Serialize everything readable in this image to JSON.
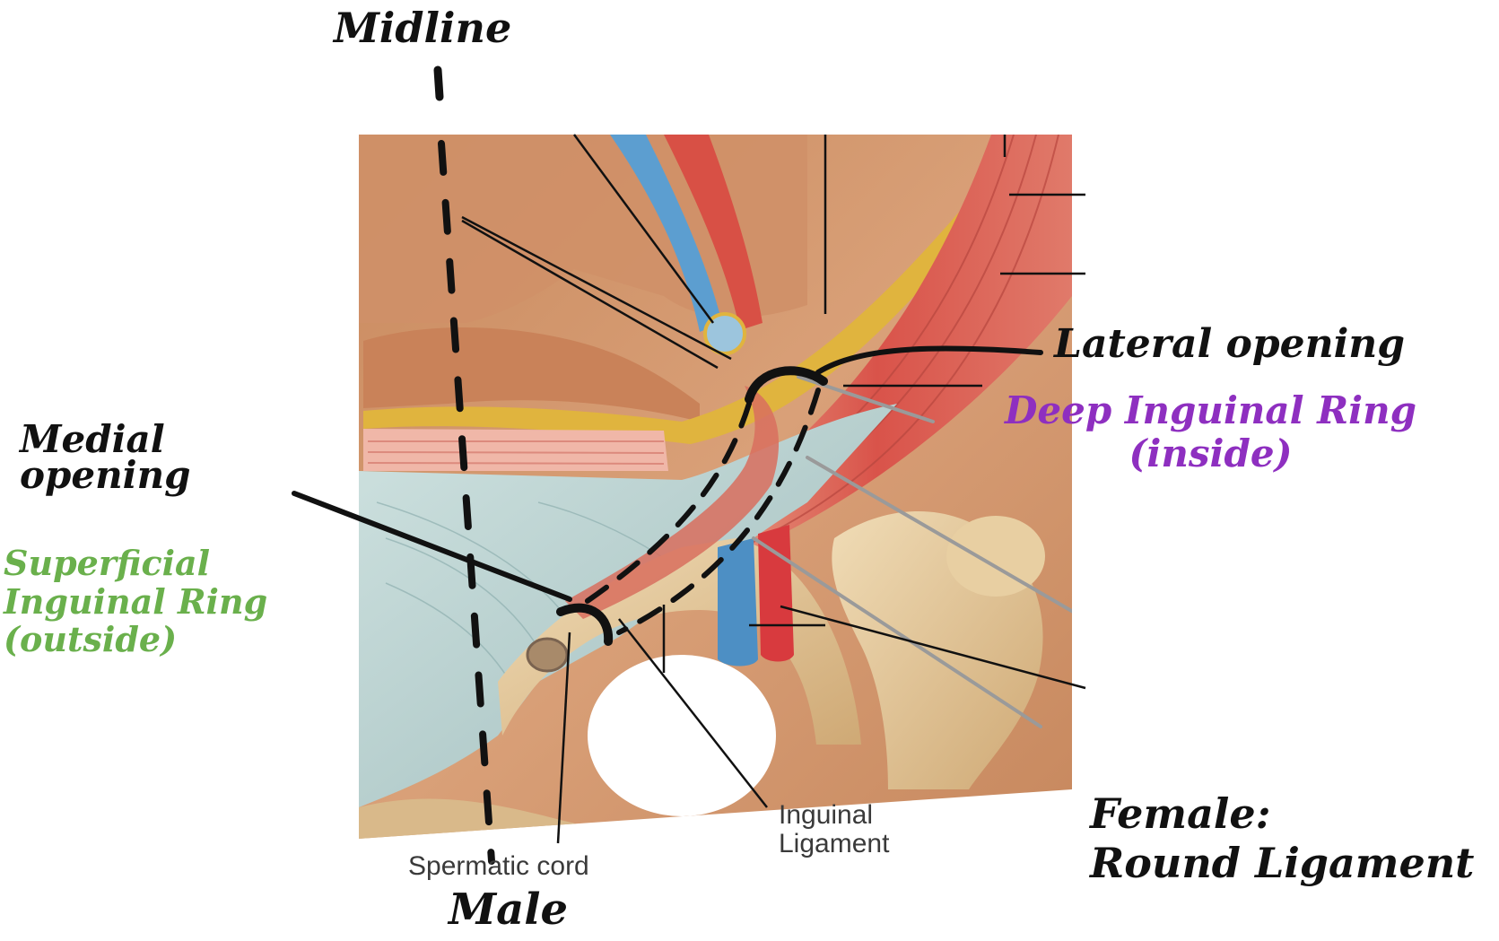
{
  "annotations": {
    "midline": "Midline",
    "medial_opening": "Medial\nopening",
    "superficial_ring": "Superficial\nInguinal Ring\n(outside)",
    "lateral_opening": "Lateral opening",
    "deep_ring": "Deep Inguinal Ring\n(inside)",
    "male": "Male",
    "female": "Female:\nRound Ligament"
  },
  "printed_labels": {
    "spermatic_cord": "Spermatic cord",
    "inguinal_ligament": "Inguinal\nLigament"
  },
  "colors": {
    "annotation_ink": "#111111",
    "superficial_ring": "#6ab04c",
    "deep_ring": "#8e2fc0",
    "artery": "#d83a3e",
    "vein": "#4d8fc4",
    "bone": "#e6c99c",
    "muscle": "#d9826b",
    "aponeurosis": "#b9d3d2",
    "fat": "#e0b43e"
  }
}
